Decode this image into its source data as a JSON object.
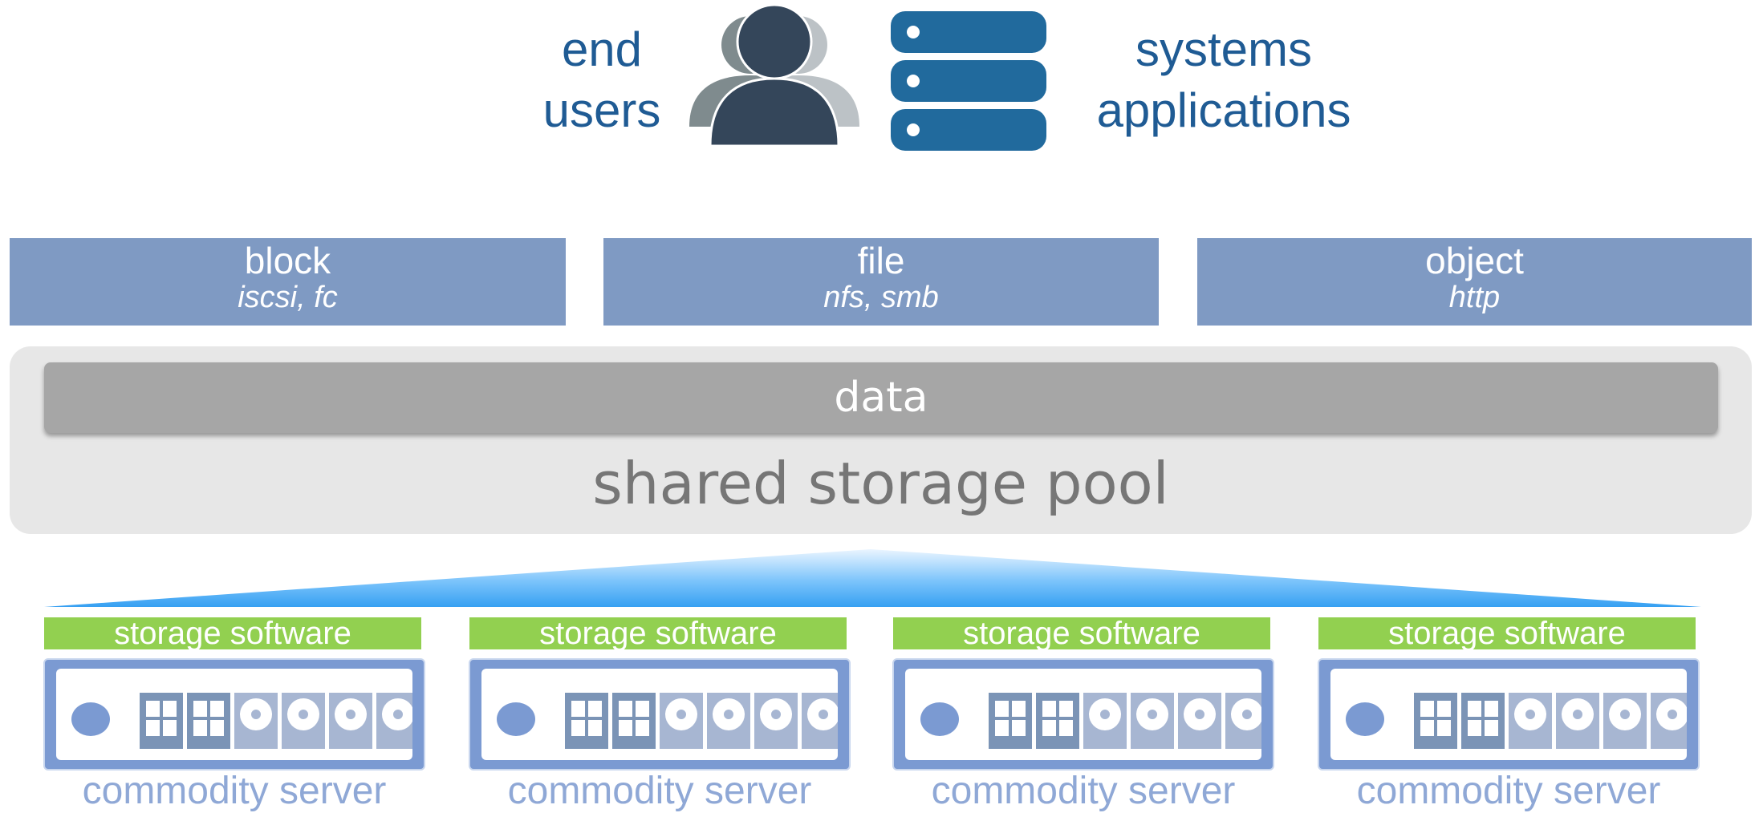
{
  "top": {
    "users_line1": "end",
    "users_line2": "users",
    "apps_line1": "systems",
    "apps_line2": "applications",
    "users_icon": "users-icon",
    "server_icon": "server-stack-icon"
  },
  "protocols": [
    {
      "name": "block",
      "sub": "iscsi, fc"
    },
    {
      "name": "file",
      "sub": "nfs, smb"
    },
    {
      "name": "object",
      "sub": "http"
    }
  ],
  "pool": {
    "data_label": "data",
    "pool_label": "shared storage pool"
  },
  "servers": [
    {
      "software": "storage software",
      "label": "commodity server"
    },
    {
      "software": "storage software",
      "label": "commodity server"
    },
    {
      "software": "storage software",
      "label": "commodity server"
    },
    {
      "software": "storage software",
      "label": "commodity server"
    }
  ],
  "colors": {
    "label_blue": "#1f5b94",
    "protocol_bar": "#7f9ac3",
    "pool_bg": "#e7e7e7",
    "data_bar": "#a6a6a6",
    "software_green": "#92d050",
    "server_blue": "#7b9ad2",
    "server_label": "#8fa8d6",
    "fan_blue": "#4aa8f5"
  }
}
